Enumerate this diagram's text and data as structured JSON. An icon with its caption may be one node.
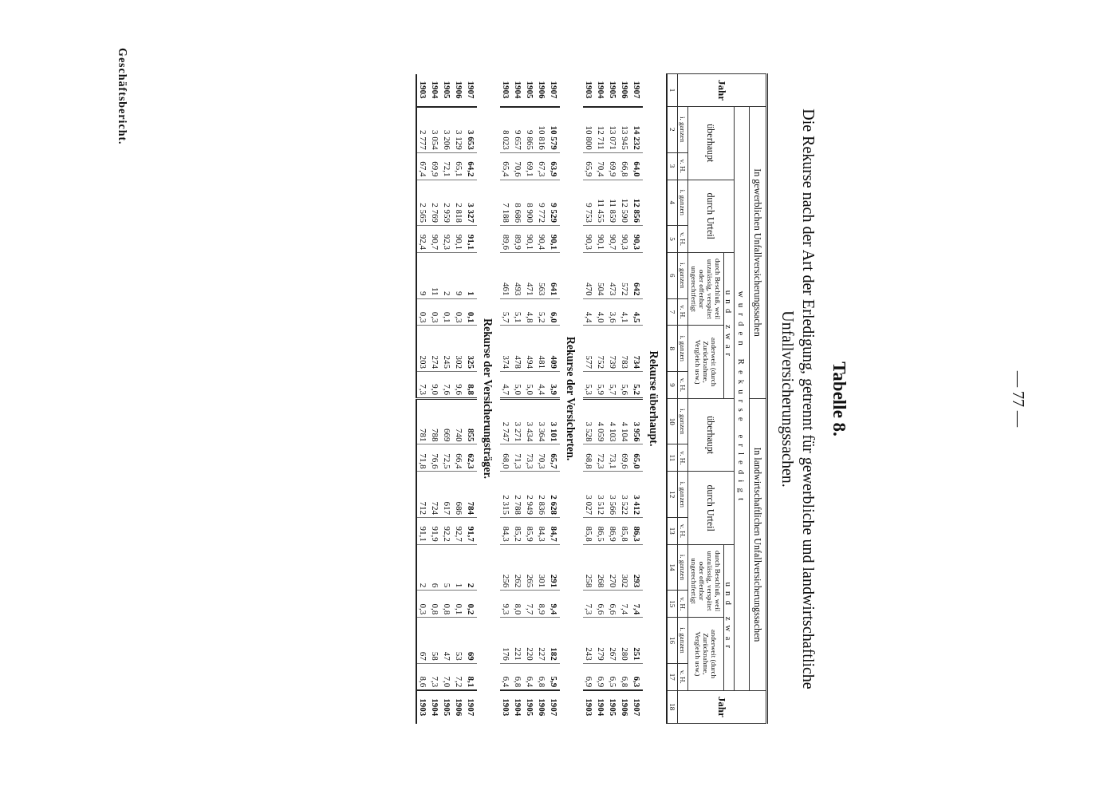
{
  "diagram": {
    "title": "Die Rekurse nach der Art der Erledigung, getrennt für gewerbliche und landwirtschaftliche Unfallversicherungssachen.",
    "labels": [
      "— 77 —",
      "Tabelle 8.",
      "Jahr",
      "In gewerblichen Unfallversicherungssachen",
      "In landwirtschaftlichen Unfallversicherungssachen",
      "Jahr",
      "wurden Rekurse erledigt",
      "überhaupt",
      "durch Urteil",
      "und zwar",
      "überhaupt",
      "durch Urteil",
      "und zwar",
      "durch Beschluß, weil unzulässig, verspätet oder offenbar ungerechtfertigt",
      "anderweit (durch Zurücknahme, Vergleich usw.)",
      "durch Beschluß, weil unzulässig, verspätet oder offenbar ungerechtfertigt",
      "anderweit (durch Zurücknahme, Vergleich usw.)",
      "i. ganzen",
      "v. H.",
      "i. ganzen",
      "v. H.",
      "i. ganzen",
      "v. H.",
      "i. ganzen",
      "v. H.",
      "i. ganzen",
      "v. H.",
      "i. ganzen",
      "v. H.",
      "i. ganzen",
      "v. H.",
      "i. ganzen",
      "v. H.",
      "1",
      "2",
      "3",
      "4",
      "5",
      "6",
      "7",
      "8",
      "9",
      "10",
      "11",
      "12",
      "13",
      "14",
      "15",
      "16",
      "17",
      "18",
      "Rekurse überhaupt.",
      "1907",
      "14 232",
      "64,0",
      "12 856",
      "90,3",
      "642",
      "4,5",
      "734",
      "5,2",
      "3 956",
      "65,0",
      "3 412",
      "86,3",
      "293",
      "7,4",
      "251",
      "6,3",
      "1907",
      "1906",
      "13 945",
      "66,8",
      "12 590",
      "90,3",
      "572",
      "4,1",
      "783",
      "5,6",
      "4 104",
      "69,6",
      "3 522",
      "85,8",
      "302",
      "7,4",
      "280",
      "6,8",
      "1906",
      "1905",
      "13 071",
      "69,9",
      "11 859",
      "90,7",
      "473",
      "3,6",
      "739",
      "5,7",
      "4 103",
      "73,1",
      "3 566",
      "86,9",
      "270",
      "6,6",
      "267",
      "6,5",
      "1905",
      "1904",
      "12 711",
      "70,4",
      "11 455",
      "90,1",
      "504",
      "4,0",
      "752",
      "5,9",
      "4 059",
      "72,3",
      "3 512",
      "86,5",
      "268",
      "6,6",
      "279",
      "6,9",
      "1904",
      "1903",
      "10 800",
      "65,9",
      "9 753",
      "90,3",
      "470",
      "4,4",
      "577",
      "5,3",
      "3 528",
      "68,8",
      "3 027",
      "85,8",
      "258",
      "7,3",
      "243",
      "6,9",
      "1903",
      "Rekurse der Versicherten.",
      "1907",
      "10 579",
      "63,9",
      "9 529",
      "90,1",
      "641",
      "6,0",
      "409",
      "3,9",
      "3 101",
      "65,7",
      "2 628",
      "84,7",
      "291",
      "9,4",
      "182",
      "5,9",
      "1907",
      "1906",
      "10 816",
      "67,3",
      "9 772",
      "90,4",
      "563",
      "5,2",
      "481",
      "4,4",
      "3 364",
      "70,3",
      "2 836",
      "84,3",
      "301",
      "8,9",
      "227",
      "6,8",
      "1906",
      "1905",
      "9 865",
      "69,1",
      "8 900",
      "90,1",
      "471",
      "4,8",
      "494",
      "5,0",
      "3 434",
      "73,3",
      "2 949",
      "85,9",
      "265",
      "7,7",
      "220",
      "6,4",
      "1905",
      "1904",
      "9 657",
      "70,6",
      "8 686",
      "89,9",
      "493",
      "5,1",
      "478",
      "5,0",
      "3 271",
      "71,3",
      "2 788",
      "85,2",
      "262",
      "8,0",
      "221",
      "6,8",
      "1904",
      "1903",
      "8 023",
      "65,4",
      "7 188",
      "89,6",
      "461",
      "5,7",
      "374",
      "4,7",
      "2 747",
      "68,0",
      "2 315",
      "84,3",
      "256",
      "9,3",
      "176",
      "6,4",
      "1903",
      "Rekurse der Versicherungsträger.",
      "1907",
      "3 653",
      "64,2",
      "3 327",
      "91,1",
      "1",
      "0,1",
      "325",
      "8,8",
      "855",
      "62,3",
      "784",
      "91,7",
      "2",
      "0,2",
      "69",
      "8,1",
      "1907",
      "1906",
      "3 129",
      "65,1",
      "2 818",
      "90,1",
      "9",
      "0,3",
      "302",
      "9,6",
      "740",
      "66,4",
      "686",
      "92,7",
      "1",
      "0,1",
      "53",
      "7,2",
      "1906",
      "1905",
      "3 206",
      "72,1",
      "2 959",
      "92,3",
      "2",
      "0,1",
      "245",
      "7,6",
      "669",
      "72,5",
      "617",
      "92,2",
      "5",
      "0,8",
      "47",
      "7,0",
      "1905",
      "1904",
      "3 054",
      "69,9",
      "2 769",
      "90,7",
      "11",
      "0,3",
      "274",
      "9,0",
      "788",
      "76,6",
      "724",
      "91,9",
      "6",
      "0,8",
      "58",
      "7,3",
      "1904",
      "1903",
      "2 777",
      "67,4",
      "2 565",
      "92,4",
      "9",
      "0,3",
      "203",
      "7,3",
      "781",
      "71,8",
      "712",
      "91,1",
      "2",
      "0,3",
      "67",
      "8,6",
      "1903",
      "Geschäftsbericht."
    ]
  }
}
